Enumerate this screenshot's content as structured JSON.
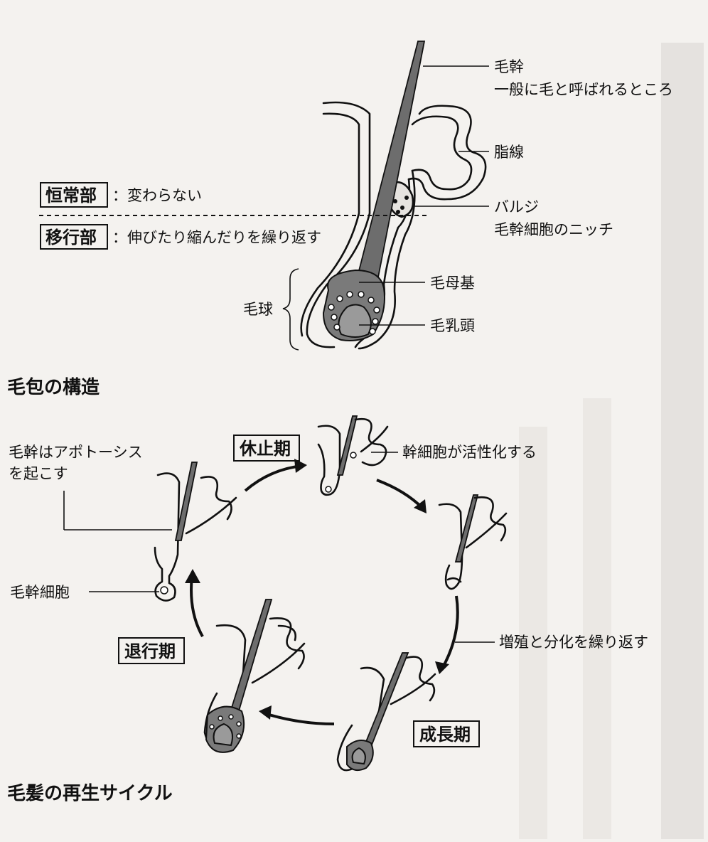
{
  "structure": {
    "title": "毛包の構造",
    "labels": {
      "shaft": "毛幹",
      "shaft_desc": "一般に毛と呼ばれるところ",
      "sebaceous": "脂線",
      "bulge": "バルジ",
      "bulge_desc": "毛幹細胞のニッチ",
      "matrix": "毛母基",
      "papilla": "毛乳頭",
      "bulb": "毛球"
    },
    "permanent": {
      "box": "恒常部",
      "text": "：変わらない"
    },
    "transient": {
      "box": "移行部",
      "text": "：伸びたり縮んだりを繰り返す"
    }
  },
  "cycle": {
    "title": "毛髪の再生サイクル",
    "phases": {
      "telogen": "休止期",
      "anagen": "成長期",
      "catagen": "退行期"
    },
    "notes": {
      "apoptosis_1": "毛幹はアポトーシス",
      "apoptosis_2": "を起こす",
      "stem_active": "幹細胞が活性化する",
      "proliferate": "増殖と分化を繰り返す",
      "stem_cell": "毛幹細胞"
    }
  },
  "colors": {
    "background": "#f4f2ef",
    "ink": "#111111",
    "shaft_fill": "#6d6d6d"
  }
}
